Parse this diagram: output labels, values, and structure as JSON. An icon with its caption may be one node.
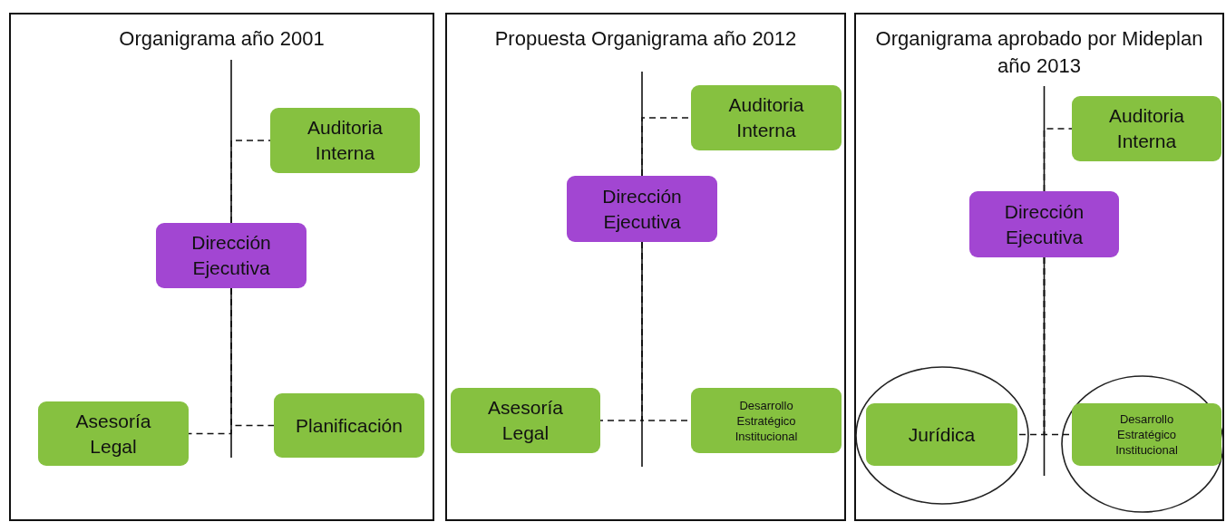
{
  "diagram": {
    "nodes": [
      {
        "text": [
          "Organigrama año 2001"
        ]
      },
      {
        "text": [
          "Auditoria Interna"
        ],
        "in": 0
      },
      {
        "text": [
          "Dirección Ejecutiva"
        ],
        "in": 0
      },
      {
        "text": [
          "Asesoría Legal"
        ],
        "in": 0
      },
      {
        "text": [
          "Planificación"
        ],
        "in": 0
      },
      {
        "text": [
          "Propuesta Organigrama año 2012"
        ]
      },
      {
        "text": [
          "Auditoria Interna"
        ],
        "in": 5
      },
      {
        "text": [
          "Dirección Ejecutiva"
        ],
        "in": 5
      },
      {
        "text": [
          "Asesoría Legal"
        ],
        "in": 5
      },
      {
        "text": [
          "Desarrollo Estratégico Institucional"
        ],
        "in": 5
      },
      {
        "text": [
          "Organigrama aprobado por Mideplan año 2013"
        ]
      },
      {
        "text": [
          "Auditoria Interna"
        ],
        "in": 10
      },
      {
        "text": [
          "Dirección Ejecutiva"
        ],
        "in": 10
      },
      {
        "text": [],
        "shape": "circle",
        "in": 10
      },
      {
        "text": [
          "Jurídica"
        ],
        "in": 13
      },
      {
        "text": [],
        "shape": "circle",
        "in": 10
      },
      {
        "text": [
          "Desarrollo Estratégico Institucional"
        ],
        "in": 15
      }
    ],
    "edges": [
      {
        "from": 2,
        "to": 1,
        "arrow": "none",
        "style": "dashed"
      },
      {
        "from": 2,
        "to": 3,
        "arrow": "none",
        "style": "dashed"
      },
      {
        "from": 2,
        "to": 4,
        "arrow": "none",
        "style": "dashed"
      },
      {
        "from": 7,
        "to": 6,
        "arrow": "none",
        "style": "dashed"
      },
      {
        "from": 7,
        "to": 8,
        "arrow": "none",
        "style": "dashed"
      },
      {
        "from": 7,
        "to": 9,
        "arrow": "none",
        "style": "dashed"
      },
      {
        "from": 12,
        "to": 11,
        "arrow": "none",
        "style": "dashed"
      },
      {
        "from": 12,
        "to": 14,
        "arrow": "none",
        "style": "dashed"
      },
      {
        "from": 12,
        "to": 16,
        "arrow": "none",
        "style": "dashed"
      }
    ]
  }
}
